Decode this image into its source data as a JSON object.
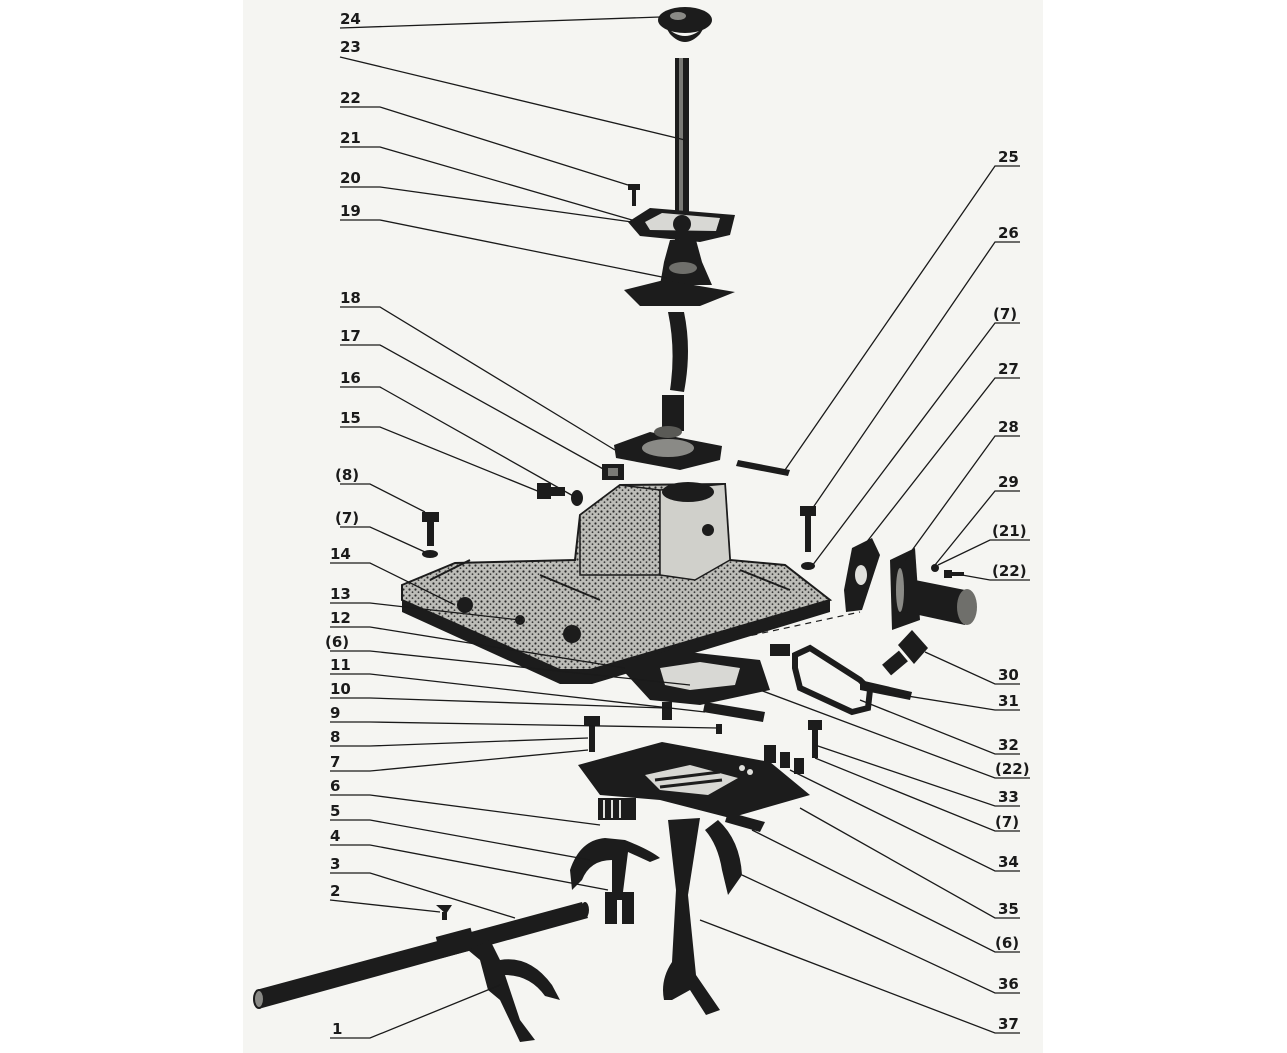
{
  "labels": {
    "l1": "1",
    "l2": "2",
    "l3": "3",
    "l4": "4",
    "l5": "5",
    "l6": "6",
    "l7": "7",
    "l8": "8",
    "l9": "9",
    "l10": "10",
    "l11": "11",
    "l12": "12",
    "l13": "13",
    "l14": "14",
    "l15": "15",
    "l16": "16",
    "l17": "17",
    "l18": "18",
    "l19": "19",
    "l20": "20",
    "l21": "21",
    "l22": "22",
    "l23": "23",
    "l24": "24",
    "l25": "25",
    "l26": "26",
    "l27": "27",
    "l28": "28",
    "l29": "29",
    "l30": "30",
    "l31": "31",
    "l32": "32",
    "l33": "33",
    "l34": "34",
    "l35": "35",
    "l36": "36",
    "l37": "37",
    "p8": "(8)",
    "p7a": "(7)",
    "p6a": "(6)",
    "p7b": "(7)",
    "p21": "(21)",
    "p22a": "(22)",
    "p22b": "(22)",
    "p7c": "(7)",
    "p6b": "(6)"
  },
  "colors": {
    "ink": "#1c1c1c",
    "paper": "#f5f5f2",
    "page": "#ffffff"
  }
}
